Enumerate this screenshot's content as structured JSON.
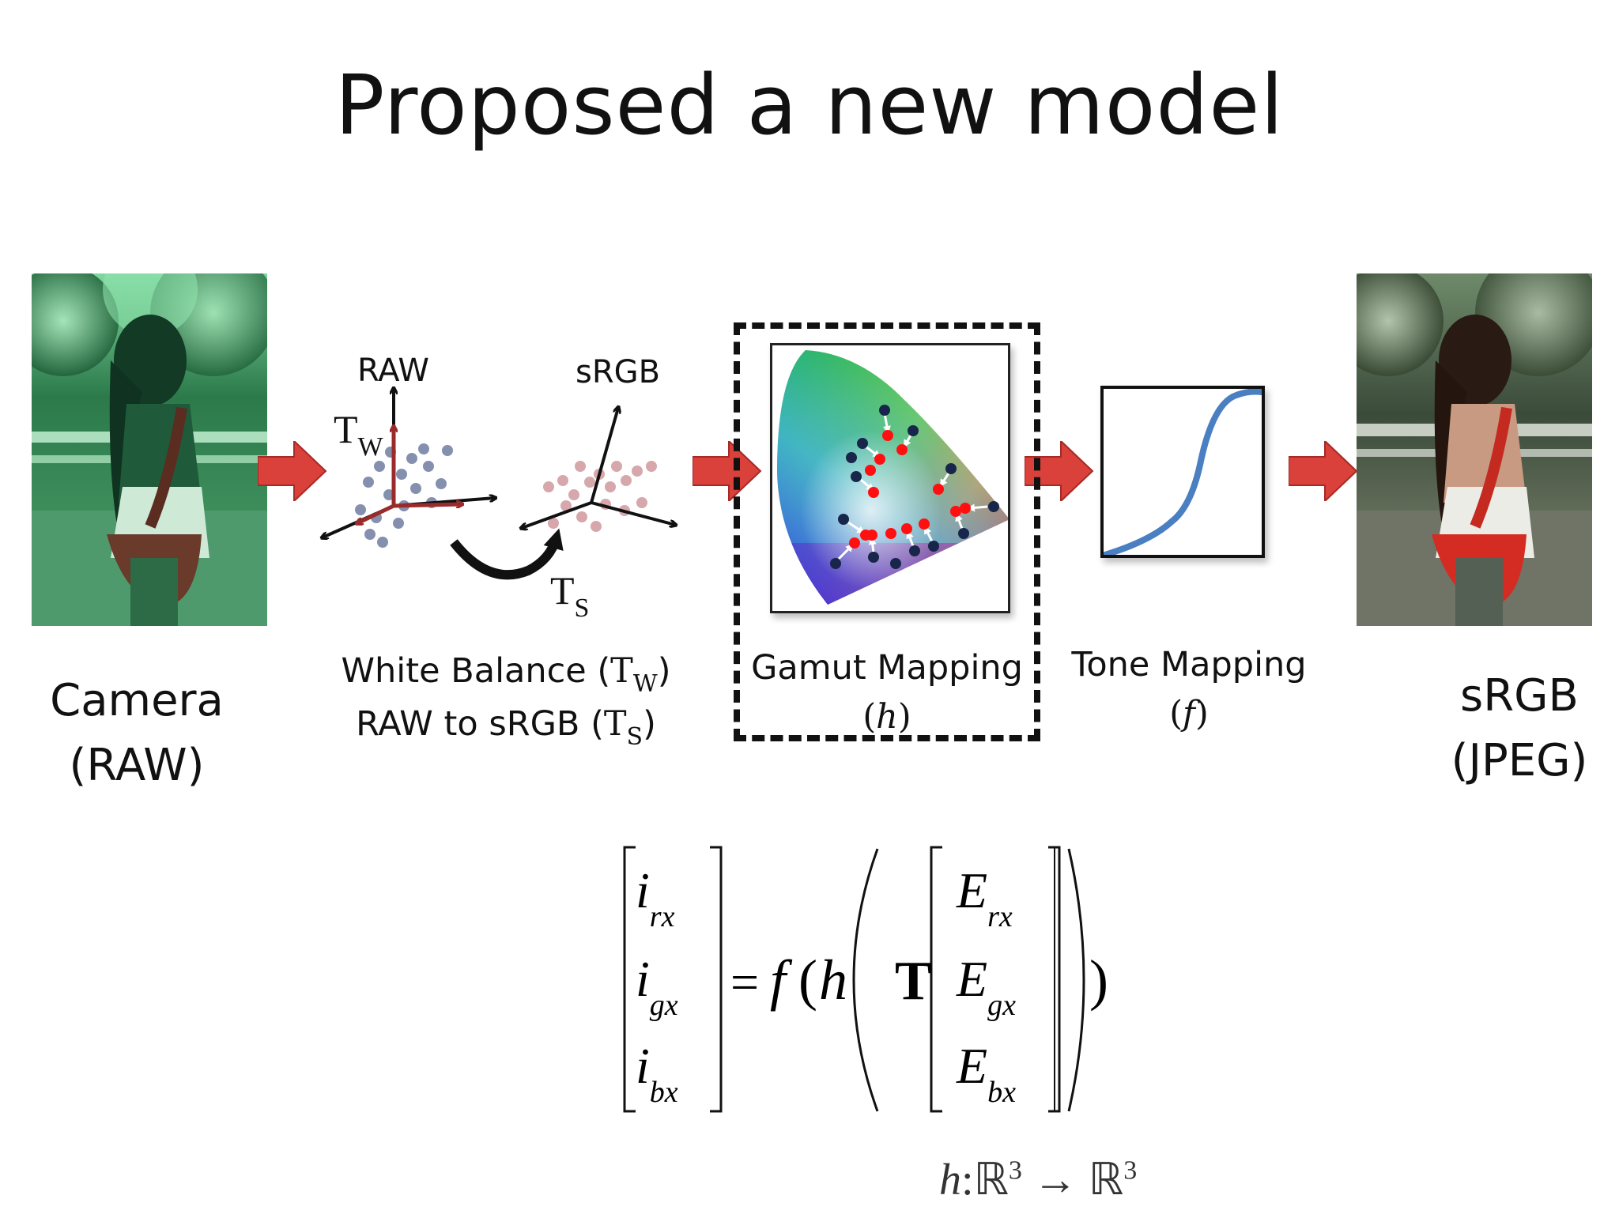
{
  "title": "Proposed a new model",
  "stages": {
    "camera": {
      "line1": "Camera",
      "line2": "(RAW)"
    },
    "white_balance": {
      "axis_raw": "RAW",
      "axis_srgb": "sRGB",
      "tw_main": "T",
      "tw_sub": "W",
      "ts_main": "T",
      "ts_sub": "S",
      "line1_text": "White Balance (",
      "line1_T": "T",
      "line1_sub": "W",
      "line1_close": ")",
      "line2_text": "RAW to sRGB (",
      "line2_T": "T",
      "line2_sub": "S",
      "line2_close": ")"
    },
    "gamut": {
      "line1": "Gamut Mapping",
      "open": "(",
      "sym": "h",
      "close": ")"
    },
    "tone": {
      "line1": "Tone Mapping",
      "open": "(",
      "sym": "f",
      "close": ")"
    },
    "srgb": {
      "line1": "sRGB",
      "line2": "(JPEG)"
    }
  },
  "equation": {
    "lhs": [
      {
        "main": "i",
        "sub": "rx"
      },
      {
        "main": "i",
        "sub": "gx"
      },
      {
        "main": "i",
        "sub": "bx"
      }
    ],
    "equals": "=",
    "f": "f",
    "open1": "(",
    "h": "h",
    "T": "T",
    "rhs": [
      {
        "main": "E",
        "sub": "rx"
      },
      {
        "main": "E",
        "sub": "gx"
      },
      {
        "main": "E",
        "sub": "bx"
      }
    ],
    "close1": ")",
    "domain": {
      "h": "h",
      "colon": ":",
      "r1": "ℝ",
      "p1": "3",
      "arrow": "→",
      "r2": "ℝ",
      "p2": "3"
    }
  },
  "colors": {
    "arrow_red": "#d9413a",
    "axis_dark_red": "#9b2b2b",
    "raw_dots": "#5b6c93",
    "srgb_dots": "#c98a8f",
    "curve_blue": "#4a7fc1",
    "gamut_red_dot": "#ff1010",
    "gamut_navy_dot": "#17264a"
  }
}
